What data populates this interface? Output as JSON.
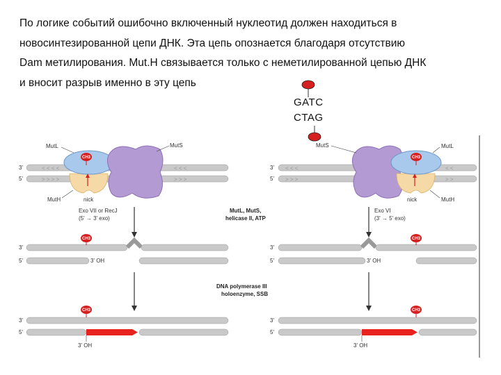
{
  "text": {
    "line1": "По логике событий ошибочно включенный нуклеотид должен находиться в",
    "line2": "новосинтезированной цепи ДНК. Эта цепь опознается благодаря отсутствию",
    "line3": "Dam метилирования. Mut.H связывается только с неметилированной цепью ДНК",
    "line4": " и вносит разрыв именно в эту цепь"
  },
  "methyl_site": {
    "top": "GATC",
    "bottom": "CTAG"
  },
  "labels": {
    "strand_top": "3'",
    "strand_bottom": "5'",
    "mutl": "MutL",
    "muts": "MutS",
    "muth": "MutH",
    "nick": "nick",
    "methyl": "CH3",
    "oh": "3' OH",
    "exo_left_1": "Exo VII or RecJ",
    "exo_left_2": "(5' → 3' exo)",
    "exo_right_1": "Exo VI",
    "exo_right_2": "(3' → 5' exo)",
    "center1_1": "MutL, MutS,",
    "center1_2": "helicase II, ATP",
    "center2_1": "DNA polymerase III",
    "center2_2": "holoenzyme, SSB"
  },
  "colors": {
    "strand": "#c9c9c9",
    "methyl": "#d42020",
    "mutl": "#a9c9ec",
    "muts": "#b49ad2",
    "muth": "#f5d9a6",
    "new_dna": "#e8231f"
  }
}
